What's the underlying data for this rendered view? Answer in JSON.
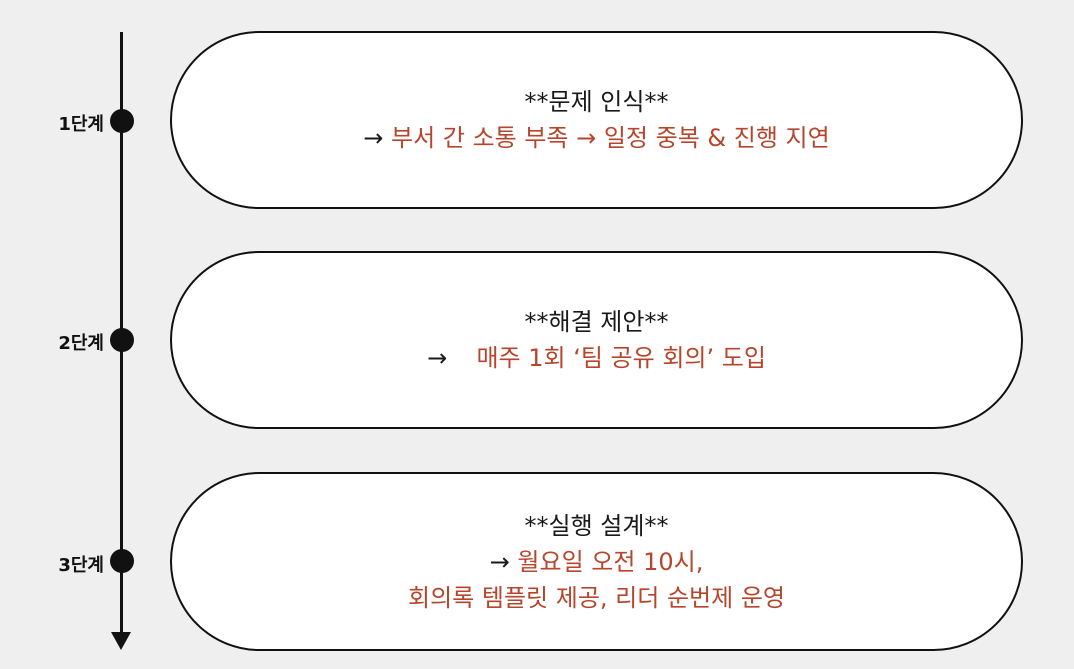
{
  "colors": {
    "accent": "#b6452c",
    "line": "#111111",
    "background": "#efefef",
    "box": "#ffffff"
  },
  "steps": [
    {
      "label": "1단계",
      "title": "**문제 인식**",
      "arrow": "→",
      "lines": [
        "부서 간 소통 부족 → 일정 중복 & 진행 지연"
      ]
    },
    {
      "label": "2단계",
      "title": "**해결 제안**",
      "arrow": "→",
      "lines": [
        "매주 1회 ‘팀 공유 회의’ 도입"
      ]
    },
    {
      "label": "3단계",
      "title": "**실행 설계**",
      "arrow": "→",
      "lines": [
        "월요일 오전 10시,",
        "회의록 템플릿 제공, 리더 순번제 운영"
      ]
    }
  ]
}
